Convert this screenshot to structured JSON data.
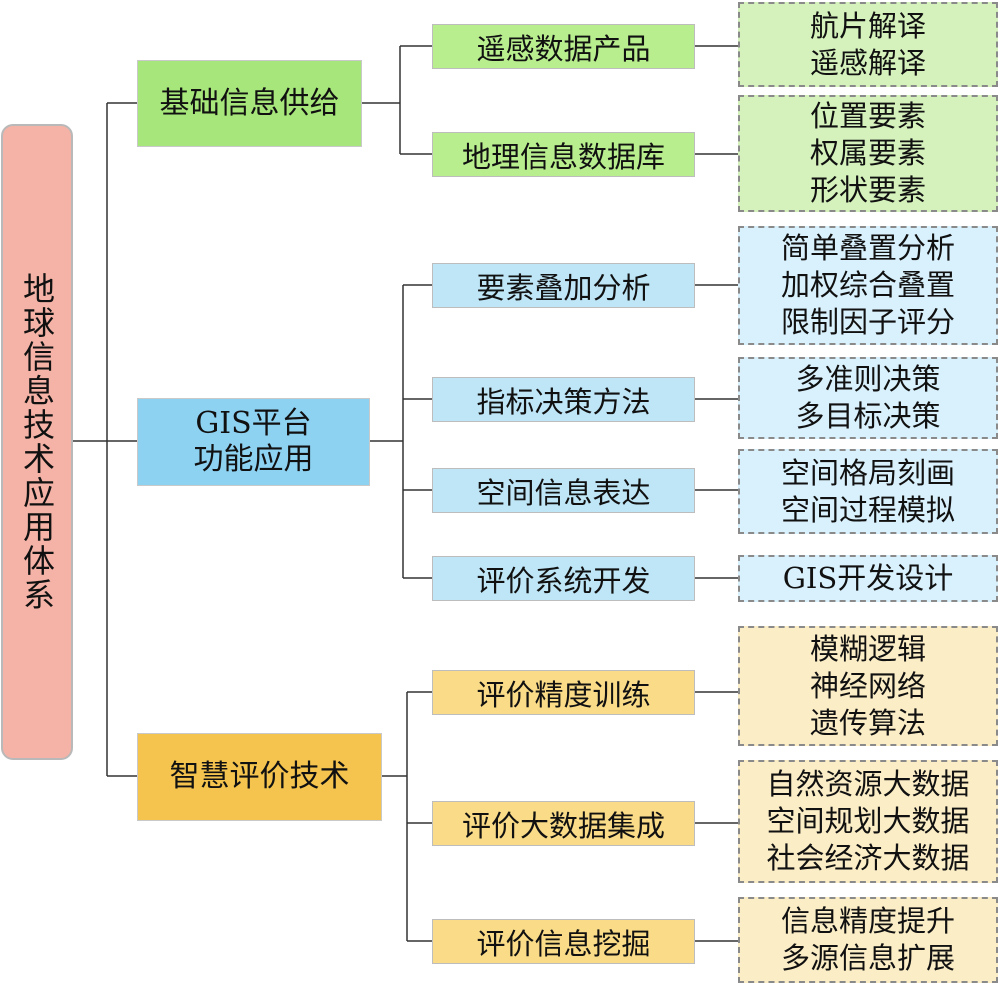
{
  "root": {
    "label": "地球信息技术应用体系"
  },
  "level1": [
    {
      "label": "基础信息供给",
      "color": "#a6e67a"
    },
    {
      "label_line1": "GIS平台",
      "label_line2": "功能应用",
      "color": "#8ed2f2"
    },
    {
      "label": "智慧评价技术",
      "color": "#f4c44e"
    }
  ],
  "level2": [
    {
      "label": "遥感数据产品"
    },
    {
      "label": "地理信息数据库"
    },
    {
      "label": "要素叠加分析"
    },
    {
      "label": "指标决策方法"
    },
    {
      "label": "空间信息表达"
    },
    {
      "label": "评价系统开发"
    },
    {
      "label": "评价精度训练"
    },
    {
      "label": "评价大数据集成"
    },
    {
      "label": "评价信息挖掘"
    }
  ],
  "leaves": [
    {
      "items": [
        "航片解译",
        "遥感解译"
      ]
    },
    {
      "items": [
        "位置要素",
        "权属要素",
        "形状要素"
      ]
    },
    {
      "items": [
        "简单叠置分析",
        "加权综合叠置",
        "限制因子评分"
      ]
    },
    {
      "items": [
        "多准则决策",
        "多目标决策"
      ]
    },
    {
      "items": [
        "空间格局刻画",
        "空间过程模拟"
      ]
    },
    {
      "items": [
        "GIS开发设计"
      ]
    },
    {
      "items": [
        "模糊逻辑",
        "神经网络",
        "遗传算法"
      ]
    },
    {
      "items": [
        "自然资源大数据",
        "空间规划大数据",
        "社会经济大数据"
      ]
    },
    {
      "items": [
        "信息精度提升",
        "多源信息扩展"
      ]
    }
  ]
}
